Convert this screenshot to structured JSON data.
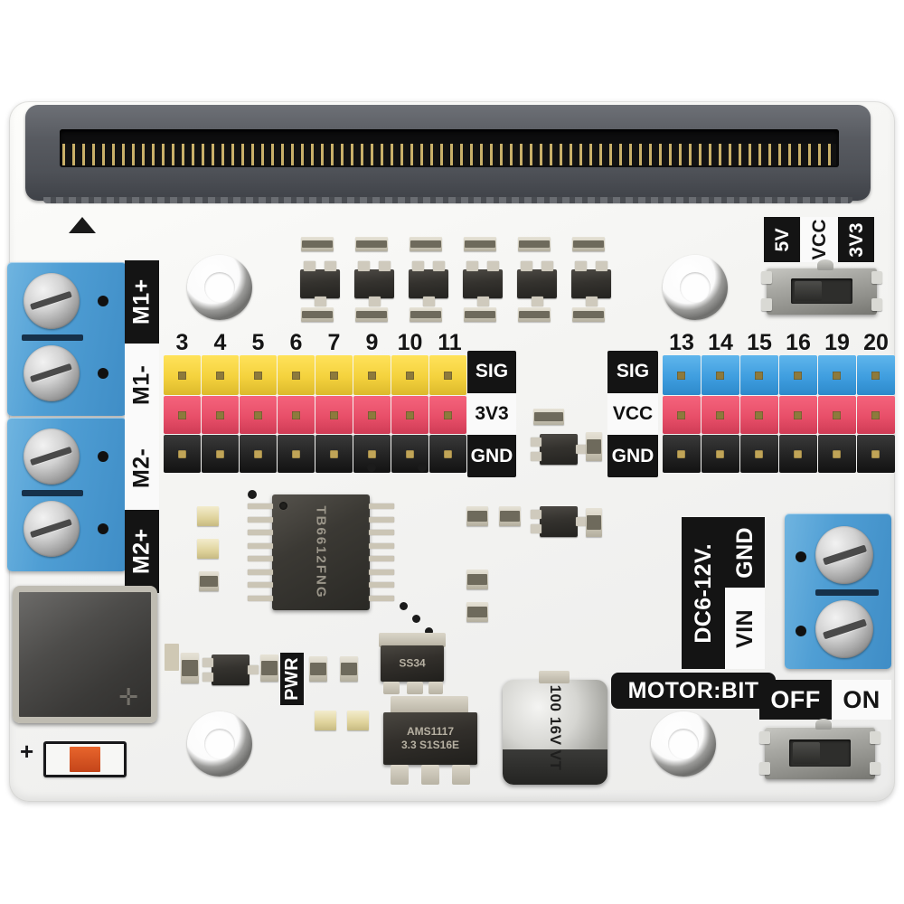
{
  "board": {
    "name": "MOTOR:BIT",
    "silk_name": "MOTOR:BIT",
    "color_pcb": "#f7f7f5",
    "color_accent_blue": "#4f9ed4",
    "triangle_marker": "▲"
  },
  "motor_terminal": {
    "labels": [
      "M1+",
      "M1-",
      "M2-",
      "M2+"
    ],
    "screw_count": 4
  },
  "power_terminal": {
    "title": "DC6-12V.",
    "labels": [
      "VIN",
      "GND"
    ],
    "screw_count": 2
  },
  "left_header": {
    "pin_numbers": [
      "3",
      "4",
      "5",
      "6",
      "7",
      "9",
      "10",
      "11"
    ],
    "row_labels": [
      "SIG",
      "3V3",
      "GND"
    ],
    "row_colors": [
      "#f4d23d",
      "#e84f69",
      "#1b1b1b"
    ]
  },
  "right_header": {
    "pin_numbers": [
      "13",
      "14",
      "15",
      "16",
      "19",
      "20"
    ],
    "row_labels": [
      "SIG",
      "VCC",
      "GND"
    ],
    "row_colors": [
      "#3f9edf",
      "#e84f69",
      "#1b1b1b"
    ]
  },
  "voltage_switch": {
    "labels": [
      "5V",
      "VCC",
      "3V3"
    ],
    "selected": "VCC"
  },
  "power_switch": {
    "labels": [
      "OFF",
      "ON"
    ],
    "selected": "ON"
  },
  "components": {
    "driver_ic": "TB6612FNG",
    "regulator": "AMS1117\n3.3 S1S16E",
    "regulator_line1": "AMS1117",
    "regulator_line2": "3.3 S1S16E",
    "schottky_diode": "SS34",
    "capacitor_line1": "100",
    "capacitor_line2": "16V",
    "capacitor_line3": "VT",
    "pwr_silk": "PWR",
    "transistor_count": 6,
    "edge_connector": "micro:bit edge connector"
  },
  "icons": {
    "triangle": "polarity-triangle-icon",
    "plus": "+",
    "inductor_cross": "✛"
  }
}
